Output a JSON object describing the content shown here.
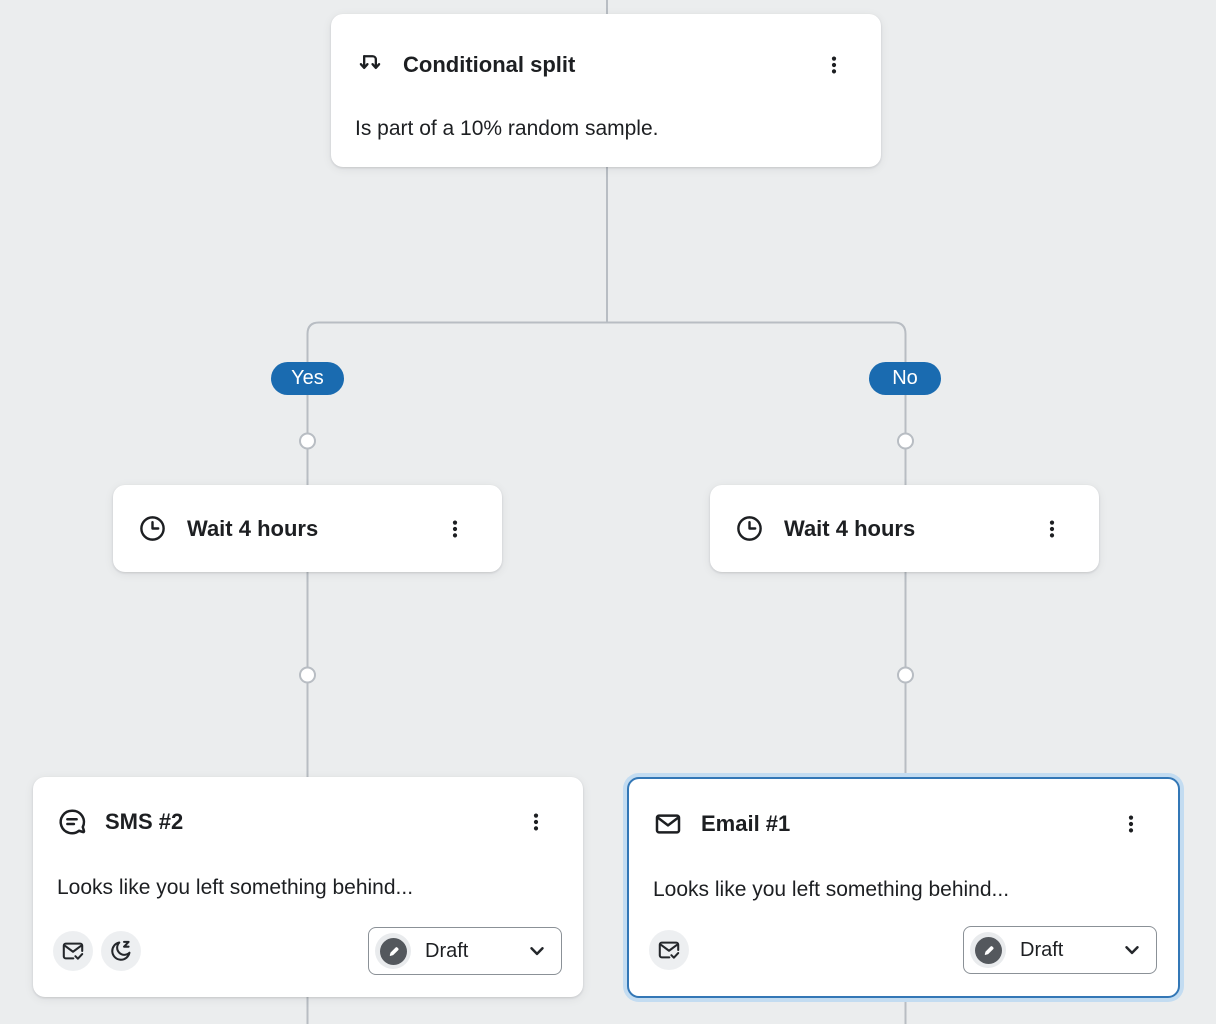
{
  "background": "#ebedee",
  "colors": {
    "badge_blue": "#1a6bb0",
    "selection_border": "#3377b6",
    "selection_halo": "#c3dcf1",
    "connector_line": "#b8bdc3",
    "card_bg": "#ffffff",
    "text": "#1d1f22",
    "chip_bg": "#edeff1",
    "status_badge_ring": "#e9ebed",
    "status_badge_circle": "#54585d",
    "button_border": "#8b9197"
  },
  "flow": {
    "conditional_split": {
      "icon": "split-arrows-icon",
      "title": "Conditional split",
      "description": "Is part of a 10% random sample."
    },
    "branches": {
      "yes_label": "Yes",
      "no_label": "No"
    },
    "wait_yes": {
      "icon": "clock-icon",
      "title": "Wait 4 hours"
    },
    "wait_no": {
      "icon": "clock-icon",
      "title": "Wait 4 hours"
    },
    "sms": {
      "icon": "sms-bubble-icon",
      "title": "SMS #2",
      "preview": "Looks like you left something behind...",
      "status": "Draft",
      "status_icon": "draft-pencil-icon",
      "footer_icons": [
        "email-check-icon",
        "quiet-hours-moon-icon"
      ]
    },
    "email": {
      "icon": "email-envelope-icon",
      "title": "Email #1",
      "preview": "Looks like you left something behind...",
      "status": "Draft",
      "status_icon": "draft-pencil-icon",
      "footer_icons": [
        "email-check-icon"
      ],
      "selected": true
    }
  }
}
